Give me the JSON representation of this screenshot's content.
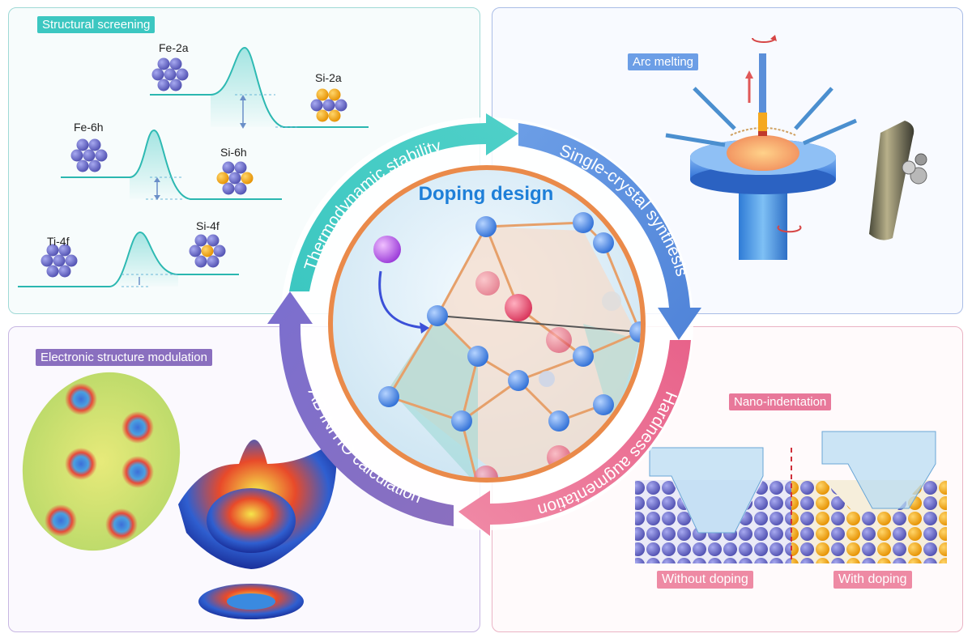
{
  "panels": {
    "structural": {
      "tag": "Structural screening",
      "labels": {
        "fe2a": "Fe-2a",
        "si2a": "Si-2a",
        "fe6h": "Fe-6h",
        "si6h": "Si-6h",
        "ti4f": "Ti-4f",
        "si4f": "Si-4f"
      }
    },
    "arc": {
      "tag": "Arc melting"
    },
    "electronic": {
      "tag": "Electronic structure modulation"
    },
    "nano": {
      "tag": "Nano-indentation",
      "without": "Without doping",
      "with": "With doping"
    }
  },
  "center": {
    "title": "Doping design"
  },
  "cycle": {
    "thermo": "Thermodynamic stability",
    "synthesis": "Single-crystal synthesis",
    "hardness": "Hardness augmentation",
    "abinitio": "AB INITIO calculation"
  },
  "colors": {
    "teal": "#3cc7c1",
    "blue": "#5b8fd9",
    "pink": "#e36b8c",
    "purple": "#8a6fbf",
    "atom_fe": "#6a6cc8",
    "atom_si": "#f5a81e",
    "accent_text": "#1e7fd8"
  }
}
